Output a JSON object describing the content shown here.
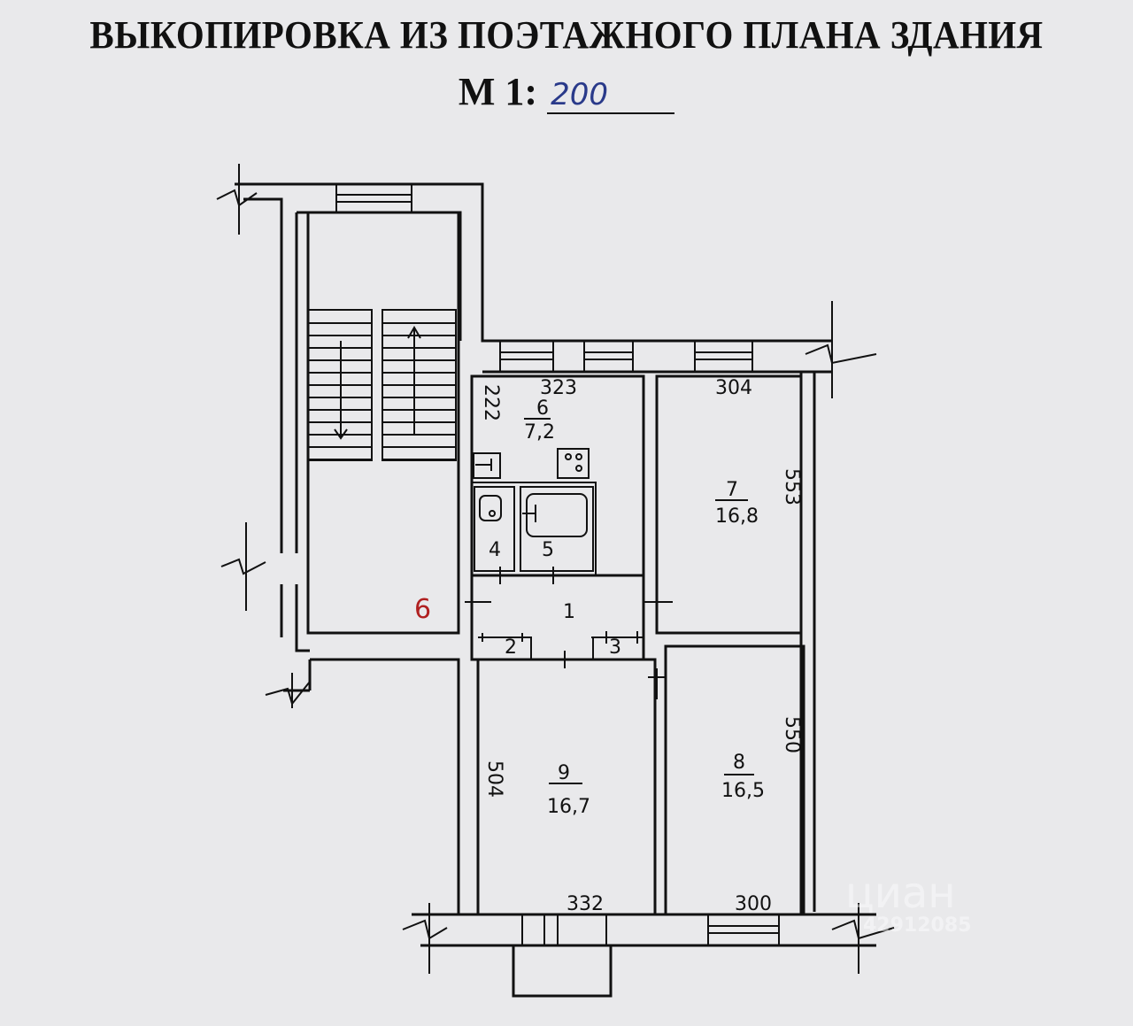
{
  "title": "ВЫКОПИРОВКА ИЗ ПОЭТАЖНОГО ПЛАНА ЗДАНИЯ",
  "scale_label": "М 1:",
  "scale_value": "200",
  "floor_number_mark": "6",
  "rooms": [
    {
      "number": "1"
    },
    {
      "number": "2"
    },
    {
      "number": "3"
    },
    {
      "number": "4"
    },
    {
      "number": "5"
    },
    {
      "number": "6",
      "area": "7,2"
    },
    {
      "number": "7",
      "area": "16,8"
    },
    {
      "number": "8",
      "area": "16,5"
    },
    {
      "number": "9",
      "area": "16,7"
    }
  ],
  "dimensions": {
    "kitchen_width": "323",
    "kitchen_depth": "222",
    "room7_width": "304",
    "room7_depth": "553",
    "room8_depth": "550",
    "room9_depth": "504",
    "room9_width": "332",
    "room8_width": "300"
  },
  "watermark": {
    "brand": "циан",
    "id": "42912085"
  },
  "colors": {
    "ink": "#111111",
    "scale_ink": "#2a3a8a",
    "floor_mark": "#b02020",
    "paper": "#e9e9eb"
  }
}
